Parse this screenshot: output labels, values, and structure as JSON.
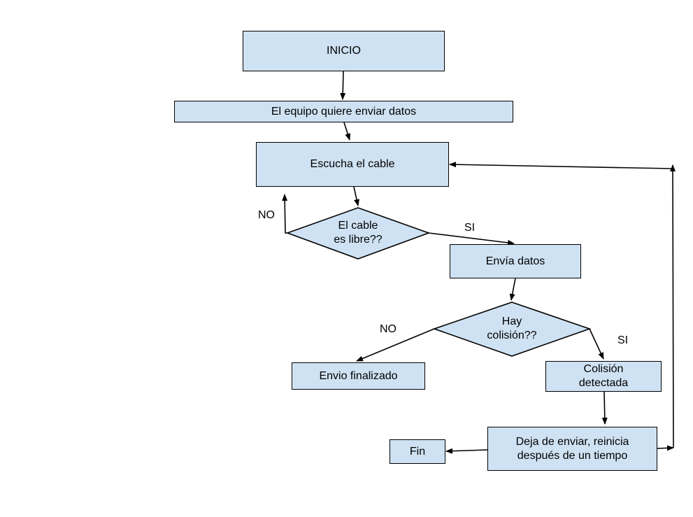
{
  "nodes": {
    "inicio": "INICIO",
    "quiere_enviar": "El equipo quiere enviar datos",
    "escucha": "Escucha el cable",
    "cable_libre": "El cable\nes libre??",
    "envia": "Envía datos",
    "colision_q": "Hay\ncolisión??",
    "envio_finalizado": "Envio finalizado",
    "colision_detectada": "Colisión\ndetectada",
    "deja_enviar": "Deja de enviar, reinicia\ndespués de un tiempo",
    "fin": "Fin"
  },
  "edge_labels": {
    "cable_no": "NO",
    "cable_si": "SI",
    "colision_no": "NO",
    "colision_si": "SI"
  },
  "colors": {
    "fill": "#cfe2f3",
    "stroke": "#000000"
  }
}
